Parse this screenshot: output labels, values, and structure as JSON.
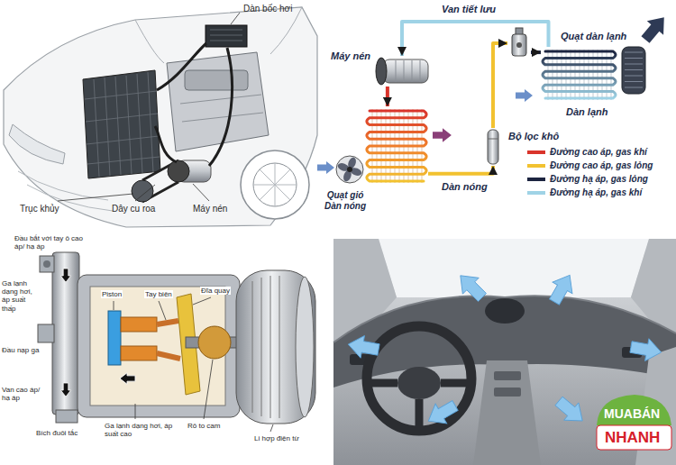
{
  "diagram": {
    "nodes": [
      {
        "text": [
          "Máy nén"
        ]
      },
      {
        "text": [
          "Van tiết lưu"
        ]
      },
      {
        "text": [
          "Dàn lạnh"
        ]
      },
      {
        "text": [
          "Quạt dàn lạnh"
        ]
      },
      {
        "text": [
          "Bộ lọc khô"
        ]
      },
      {
        "text": [
          "Dàn nóng"
        ]
      },
      {
        "text": [
          "Quạt gió Dàn nóng"
        ]
      }
    ],
    "edges": [
      {
        "from": 0,
        "to": 5,
        "arrow": "to"
      },
      {
        "from": 5,
        "to": 4,
        "arrow": "to"
      },
      {
        "from": 4,
        "to": 1,
        "arrow": "to"
      },
      {
        "from": 1,
        "to": 2,
        "arrow": "to"
      },
      {
        "from": 2,
        "to": 0,
        "arrow": "to"
      }
    ],
    "labels": [
      "Dàn bốc hơi",
      "Trục khủy",
      "Dây cu roa",
      "Máy nén",
      "Đầu bắt với tay ô cao áp/ hạ áp",
      "Ga lạnh dạng hơi, áp suất thấp",
      "Đầu nạp ga",
      "Van cao áp/ hạ áp",
      "Bích đuôi tắc",
      "Piston",
      "Tay biên",
      "Đĩa quay",
      "Ga lạnh dạng hơi, áp suất cao",
      "Rô to cam",
      "Li hợp điện từ",
      "MUABÁN",
      "NHANH"
    ],
    "legend": [
      {
        "text": "Đường cao áp, gas khí",
        "color": "#d9342b"
      },
      {
        "text": "Đường cao áp, gas lỏng",
        "color": "#f2c230"
      },
      {
        "text": "Đường hạ áp, gas lỏng",
        "color": "#1c2440"
      },
      {
        "text": "Đường hạ áp, gas khí",
        "color": "#9fd3e6"
      }
    ]
  }
}
